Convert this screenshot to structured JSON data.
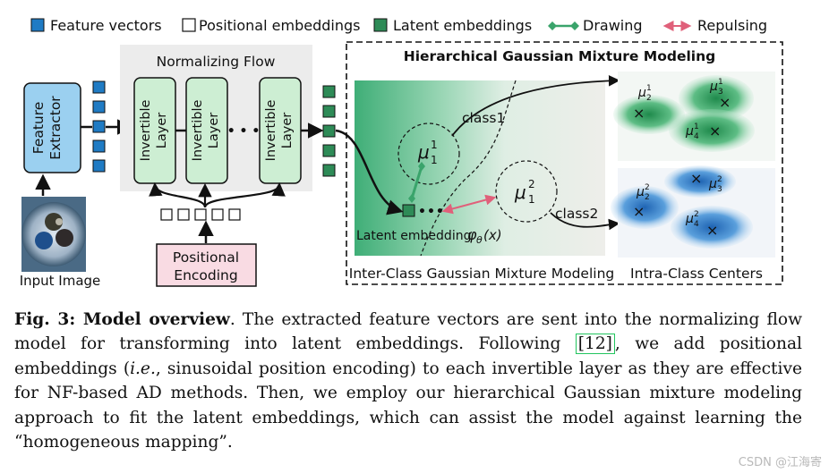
{
  "legend": {
    "feature_vectors": "Feature vectors",
    "positional_embeddings": "Positional embeddings",
    "latent_embeddings": "Latent embeddings",
    "drawing": "Drawing",
    "repulsing": "Repulsing"
  },
  "left": {
    "feature_extractor_line1": "Feature",
    "feature_extractor_line2": "Extractor",
    "input_image": "Input Image",
    "normalizing_flow": "Normalizing Flow",
    "invertible_line1": "Invertible",
    "invertible_line2": "Layer",
    "dots": "• • •",
    "positional_encoding_line1": "Positional",
    "positional_encoding_line2": "Encoding"
  },
  "hgmm": {
    "title": "Hierarchical Gaussian Mixture Modeling",
    "class1": "class1",
    "class2": "class2",
    "mu_class1": "μ",
    "mu_class1_sup": "1",
    "mu_class1_sub": "1",
    "mu_class2": "μ",
    "mu_class2_sup": "2",
    "mu_class2_sub": "1",
    "latent_embedding_label": "Latent embedding",
    "phi_symbol": "φ",
    "phi_sub": "θ",
    "phi_arg": "(x)",
    "latent_dots": "•••",
    "inter_class_caption": "Inter-Class Gaussian Mixture Modeling",
    "intra_class_caption": "Intra-Class Centers",
    "centers_top": [
      {
        "sub": "2",
        "sup": "1"
      },
      {
        "sub": "3",
        "sup": "1"
      },
      {
        "sub": "4",
        "sup": "1"
      }
    ],
    "centers_bottom": [
      {
        "sub": "2",
        "sup": "2"
      },
      {
        "sub": "3",
        "sup": "2"
      },
      {
        "sub": "4",
        "sup": "2"
      }
    ],
    "mu_glyph": "μ",
    "x_mark": "×"
  },
  "caption": {
    "label": "Fig. 3: Model overview",
    "t1": ". The extracted feature vectors are sent into the normalizing flow model for transforming into latent embeddings. Following ",
    "ref": "[12]",
    "t2": ", we add positional embeddings (",
    "ie": "i.e.",
    "t3": ", sinusoidal position encoding) to each invertible layer as they are effective for NF-based AD methods. Then, we employ our hierarchical Gaussian mixture modeling approach to fit the latent embeddings, which can assist the model against learning the “homogeneous mapping”."
  },
  "watermark": "CSDN @江海寄",
  "colors": {
    "feature_blue": "#1f7bc4",
    "latent_green": "#2e8b57",
    "drawing_green": "#3aa46b",
    "repulse_red": "#e0607a",
    "nf_panel": "#ececec",
    "layer_fill": "#cdeed3",
    "pe_fill": "#f9dbe3",
    "extractor_fill": "#9bd0f0"
  }
}
